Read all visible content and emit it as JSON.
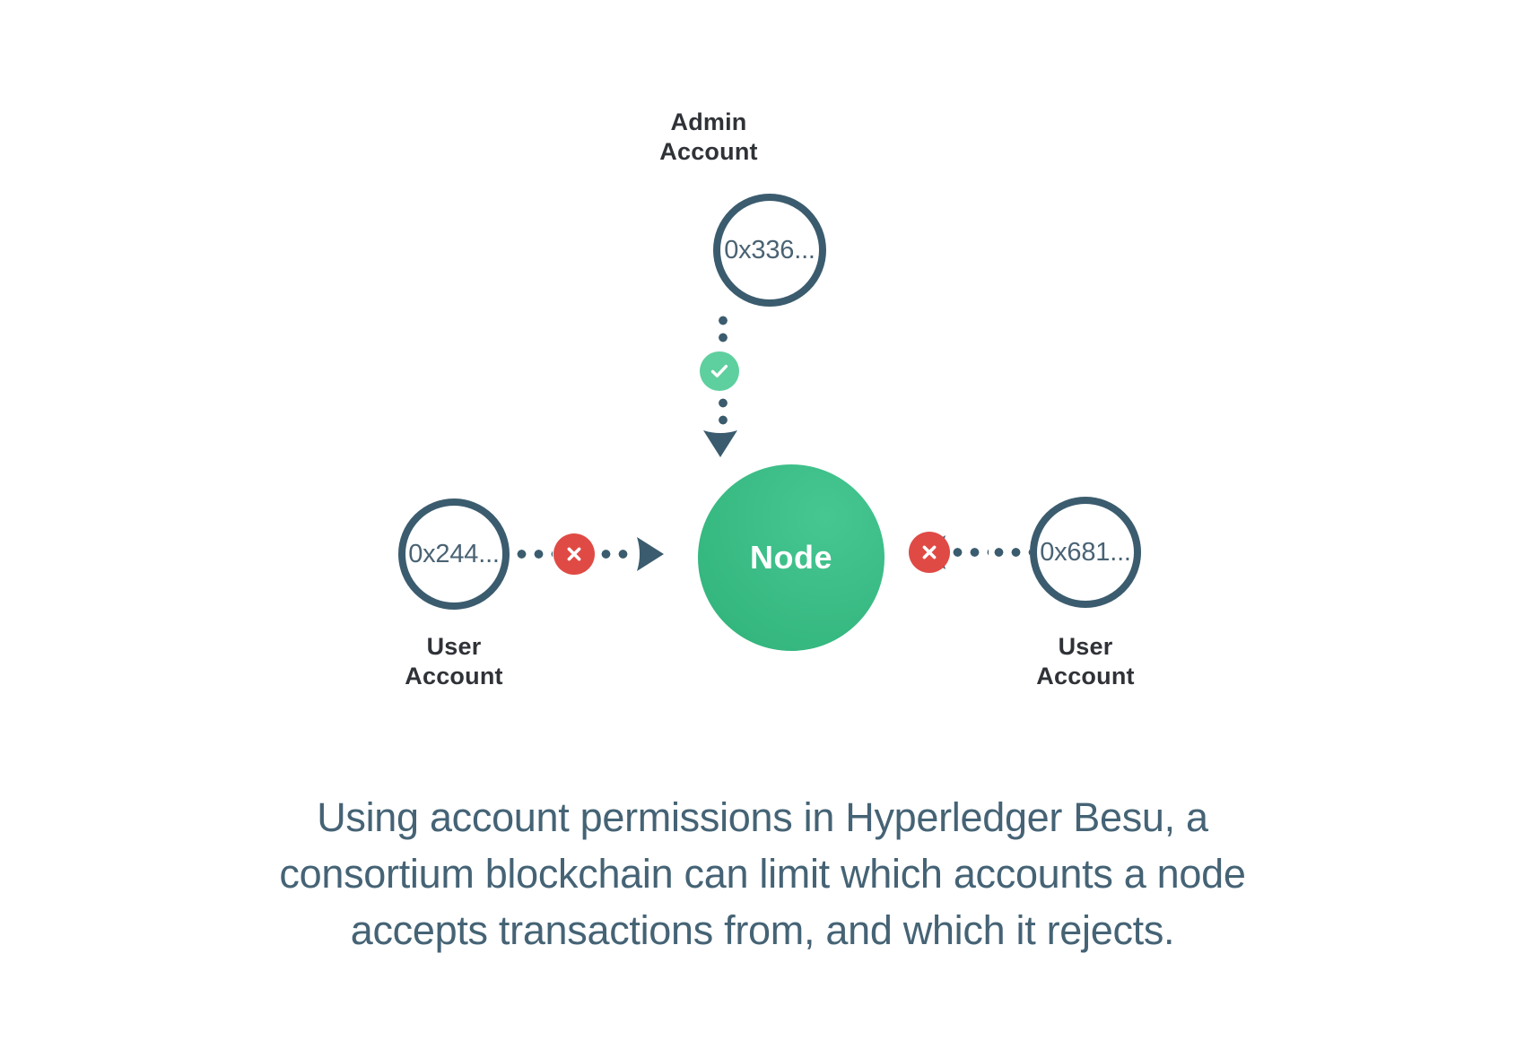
{
  "diagram": {
    "type": "network-permission-diagram",
    "center_node": {
      "label": "Node",
      "color": "#3cbd87",
      "name": "node"
    },
    "accounts": [
      {
        "id": "admin",
        "title": "Admin\nAccount",
        "address": "0x336...",
        "permission": "allowed",
        "badge_icon": "check-icon",
        "badge_color": "#5ecf9e",
        "direction": "to-node",
        "position": "top"
      },
      {
        "id": "user-left",
        "title": "User\nAccount",
        "address": "0x244...",
        "permission": "rejected",
        "badge_icon": "close-icon",
        "badge_color": "#e04a45",
        "direction": "to-node",
        "position": "left"
      },
      {
        "id": "user-right",
        "title": "User\nAccount",
        "address": "0x681...",
        "permission": "rejected",
        "badge_icon": "close-icon",
        "badge_color": "#e04a45",
        "direction": "to-node",
        "position": "right"
      }
    ],
    "stroke_color": "#3b5c6e",
    "label_color": "#2f3237",
    "address_color": "#4a6374"
  },
  "caption": {
    "text": "Using account permissions in Hyperledger Besu, a consortium blockchain can limit which accounts a node accepts transactions from, and which it rejects.",
    "color": "#456375"
  }
}
